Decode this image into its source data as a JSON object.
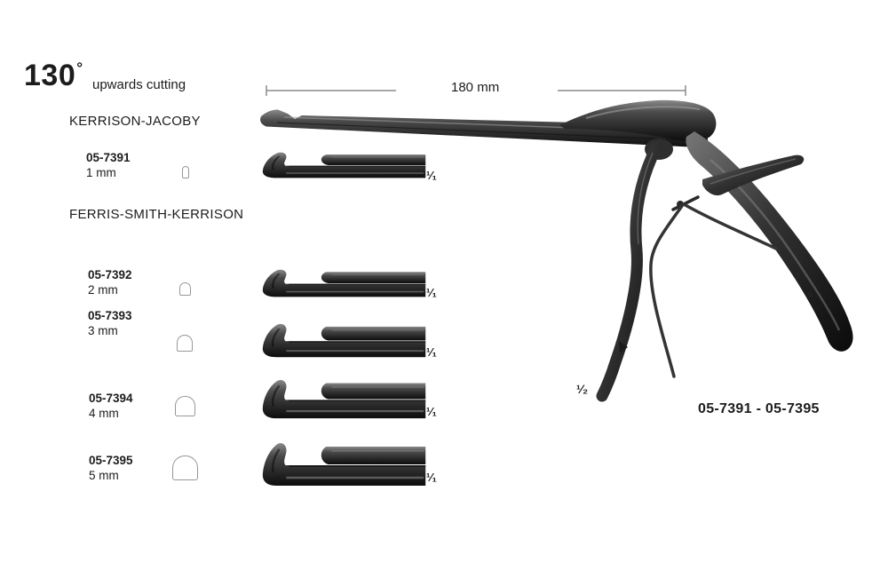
{
  "header": {
    "angle": "130",
    "degree": "°",
    "cutting_direction": "upwards cutting",
    "series_title_1": "KERRISON-JACOBY",
    "series_title_2": "FERRIS-SMITH-KERRISON"
  },
  "dimension": {
    "length_label": "180 mm"
  },
  "main_view": {
    "scale_label": "¹⁄₂",
    "range_label": "05-7391 - 05-7395"
  },
  "products": [
    {
      "code": "05-7391",
      "size": "1 mm",
      "scale": "¹⁄₁"
    },
    {
      "code": "05-7392",
      "size": "2 mm",
      "scale": "¹⁄₁"
    },
    {
      "code": "05-7393",
      "size": "3 mm",
      "scale": "¹⁄₁"
    },
    {
      "code": "05-7394",
      "size": "4 mm",
      "scale": "¹⁄₁"
    },
    {
      "code": "05-7395",
      "size": "5 mm",
      "scale": "¹⁄₁"
    }
  ],
  "colors": {
    "background": "#ffffff",
    "text": "#1c1c1c",
    "instrument_dark": "#0d0d0d",
    "instrument_light": "#8a8a8a",
    "dimension_line": "#8c8c8c",
    "icon_outline": "#979797"
  }
}
